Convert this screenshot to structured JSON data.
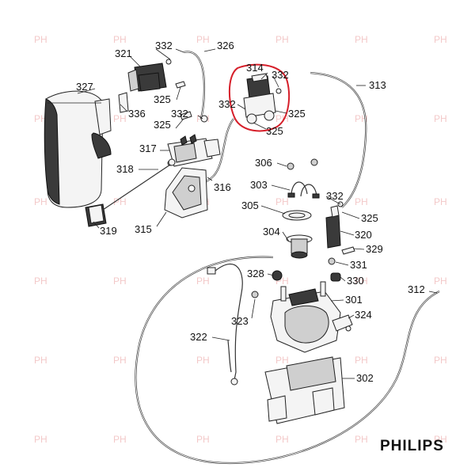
{
  "brand": {
    "name": "PHILIPS"
  },
  "watermark": {
    "text": "PH",
    "color": "#f3c9c9"
  },
  "highlight": {
    "color": "#d61f2a",
    "part": "314"
  },
  "parts": {
    "p301": "301",
    "p302": "302",
    "p303": "303",
    "p304": "304",
    "p305": "305",
    "p306": "306",
    "p312": "312",
    "p313": "313",
    "p314": "314",
    "p315": "315",
    "p316": "316",
    "p317": "317",
    "p318": "318",
    "p319": "319",
    "p320": "320",
    "p321": "321",
    "p322": "322",
    "p323": "323",
    "p324": "324",
    "p325": "325",
    "p326": "326",
    "p327": "327",
    "p328": "328",
    "p329": "329",
    "p330": "330",
    "p331": "331",
    "p332": "332",
    "p336": "336"
  }
}
